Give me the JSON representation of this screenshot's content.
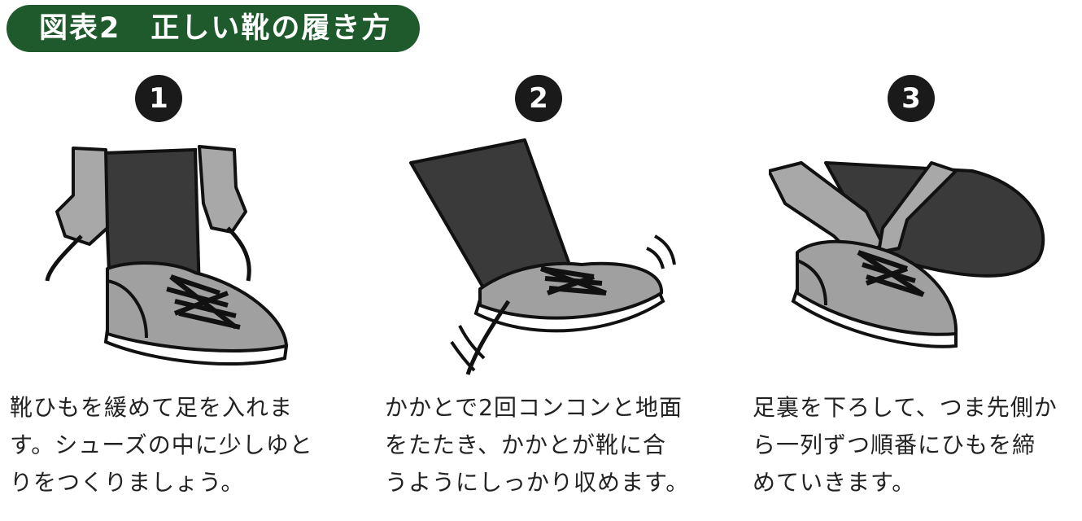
{
  "title": "図表2　正しい靴の履き方",
  "steps": [
    {
      "number": "1",
      "lines": [
        "靴ひもを緩めて足を入れま",
        "す。シューズの中に少しゆと",
        "りをつくりましょう。"
      ]
    },
    {
      "number": "2",
      "lines": [
        "かかとで2回コンコンと地面",
        "をたたき、かかとが靴に合",
        "うようにしっかり収めます。"
      ]
    },
    {
      "number": "3",
      "lines": [
        "足裏を下ろして、つま先側か",
        "ら一列ずつ順番にひもを締",
        "めていきます。"
      ]
    }
  ],
  "colors": {
    "title_bg": "#1f5a2c",
    "badge": "#1a1a1a",
    "pants": "#3a3a3a",
    "hand": "#a8a8a8",
    "shoe": "#a0a0a0"
  }
}
